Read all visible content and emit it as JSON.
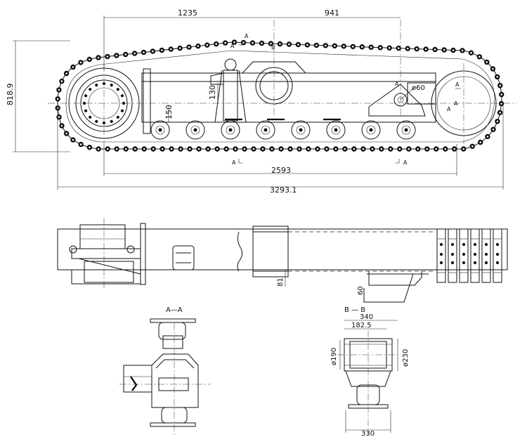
{
  "dimensions": {
    "d1235": "1235",
    "d941": "941",
    "d818_9": "818.9",
    "d130": "130",
    "d150": "150",
    "d2593": "2593",
    "d3293_1": "3293.1",
    "phi60": "ø60",
    "d81": "81",
    "d60": "60",
    "d340": "340",
    "d182_5": "182.5",
    "phi190": "ø190",
    "phi230": "ø230",
    "d330": "330"
  },
  "section_marks": {
    "a": "A",
    "b": "B",
    "aa_title": "A—A",
    "bb_title": "B — B"
  }
}
